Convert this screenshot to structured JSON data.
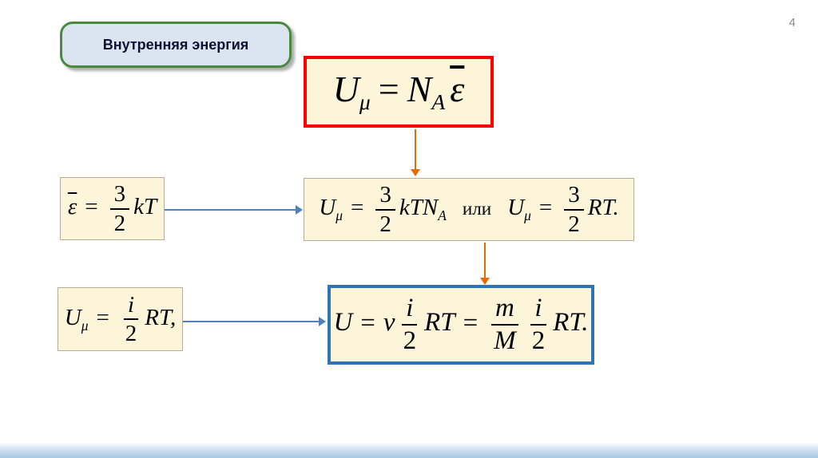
{
  "page": {
    "number": "4",
    "title": "Внутренняя энергия"
  },
  "colors": {
    "title_border": "#4a8a3c",
    "title_fill": "#dbe5f1",
    "formula_box_fill": "#fdf5d9",
    "highlight_red": "#fe0000",
    "highlight_blue": "#2e75b6",
    "arrow_orange": "#e36c09",
    "arrow_blue": "#4f81bd"
  },
  "formulas": {
    "main": {
      "U": "U",
      "mu": "μ",
      "eq": "=",
      "N": "N",
      "A": "A",
      "epsilon": "ε"
    },
    "epsilon_mean": {
      "epsilon": "ε",
      "eq": "=",
      "num": "3",
      "den": "2",
      "kT": "kT"
    },
    "u_molar": {
      "U1": "U",
      "mu1": "μ",
      "eq1": "=",
      "num1": "3",
      "den1": "2",
      "kTN": "kTN",
      "A": "A",
      "or": "или",
      "U2": "U",
      "mu2": "μ",
      "eq2": "=",
      "num2": "3",
      "den2": "2",
      "RT": "RT."
    },
    "u_dof": {
      "U": "U",
      "mu": "μ",
      "eq": "=",
      "num": "i",
      "den": "2",
      "RT": "RT,"
    },
    "u_general": {
      "U": "U",
      "eq1": "=",
      "nu": "ν",
      "num1": "i",
      "den1": "2",
      "RT1": "RT",
      "eq2": "=",
      "num2": "m",
      "den2": "M",
      "num3": "i",
      "den3": "2",
      "RT2": "RT."
    }
  }
}
